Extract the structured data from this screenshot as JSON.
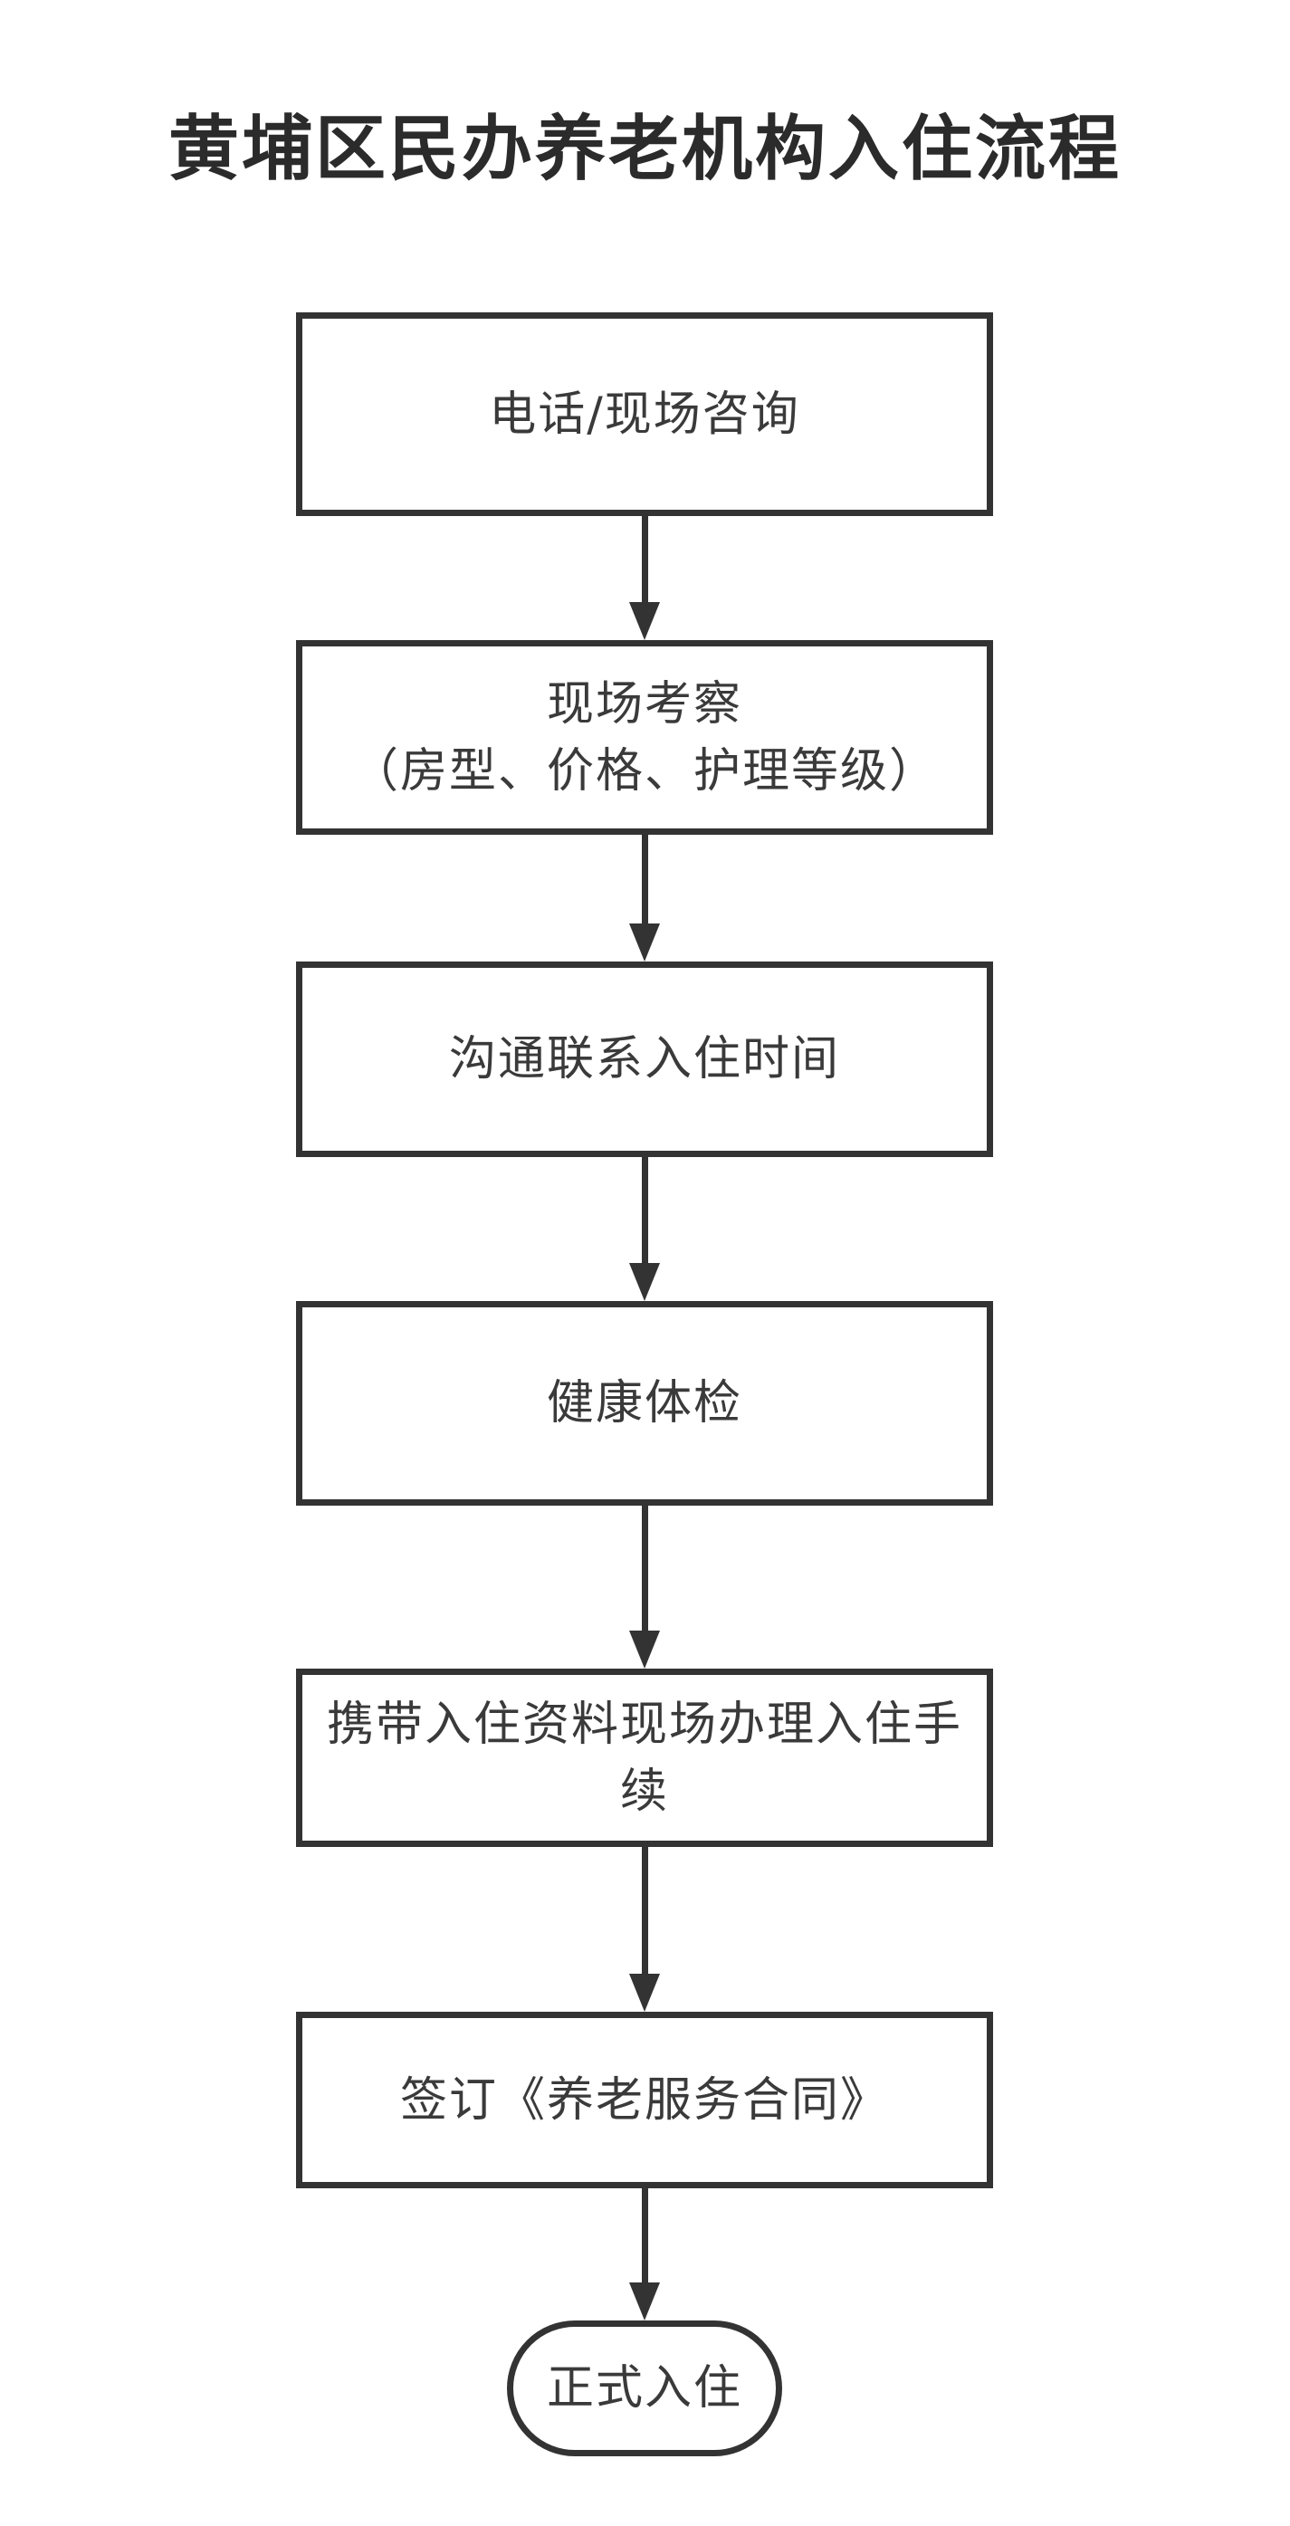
{
  "page": {
    "title": "黄埔区民办养老机构入住流程"
  },
  "flow": {
    "nodes": [
      {
        "id": "consult",
        "shape": "rect",
        "lines": [
          "电话/现场咨询"
        ]
      },
      {
        "id": "site-visit",
        "shape": "rect",
        "lines": [
          "现场考察",
          "（房型、价格、护理等级）"
        ]
      },
      {
        "id": "schedule-check-in",
        "shape": "rect",
        "lines": [
          "沟通联系入住时间"
        ]
      },
      {
        "id": "health-exam",
        "shape": "rect",
        "lines": [
          "健康体检"
        ]
      },
      {
        "id": "check-in-paperwork",
        "shape": "rect",
        "lines": [
          "携带入住资料现场办理入住手续"
        ]
      },
      {
        "id": "sign-contract",
        "shape": "rect",
        "lines": [
          "签订《养老服务合同》"
        ]
      },
      {
        "id": "move-in",
        "shape": "stadium",
        "lines": [
          "正式入住"
        ]
      }
    ]
  },
  "colors": {
    "line": "#333333",
    "node_text": "#3a3a3a",
    "title_text": "#2b2b2b",
    "node_fill": "#ffffff",
    "background": "#ffffff"
  }
}
